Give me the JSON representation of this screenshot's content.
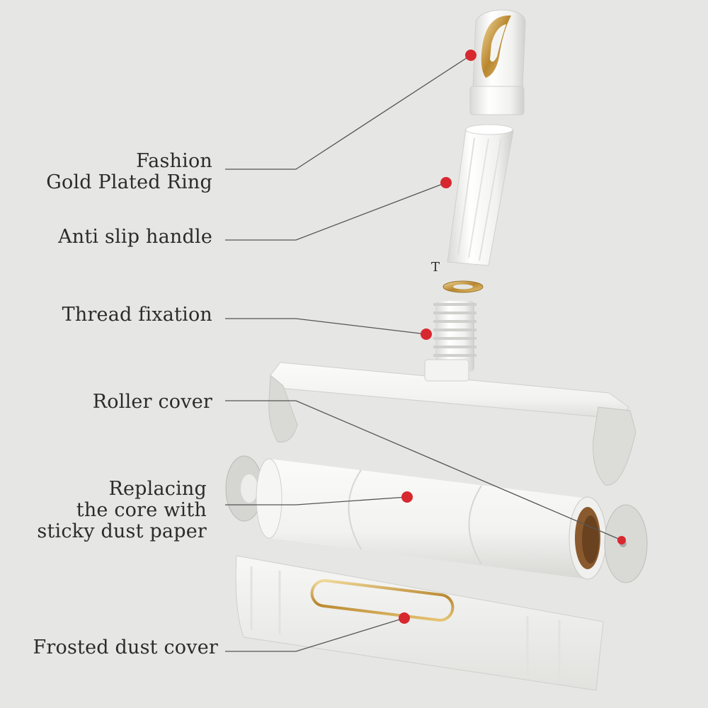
{
  "labels": {
    "ring_line1": "Fashion",
    "ring_line2": "Gold Plated Ring",
    "handle": "Anti slip handle",
    "thread": "Thread fixation",
    "roller_cover": "Roller cover",
    "core_line1": "Replacing",
    "core_line2": "the core with",
    "core_line3": "sticky dust paper",
    "dust_cover": "Frosted dust cover",
    "t_mark": "T"
  },
  "colors": {
    "background": "#e6e6e4",
    "text": "#2b2b2b",
    "leader_line": "#555555",
    "marker": "#d8282f",
    "gold": "#c8a04a",
    "plastic": "#f7f7f5"
  }
}
